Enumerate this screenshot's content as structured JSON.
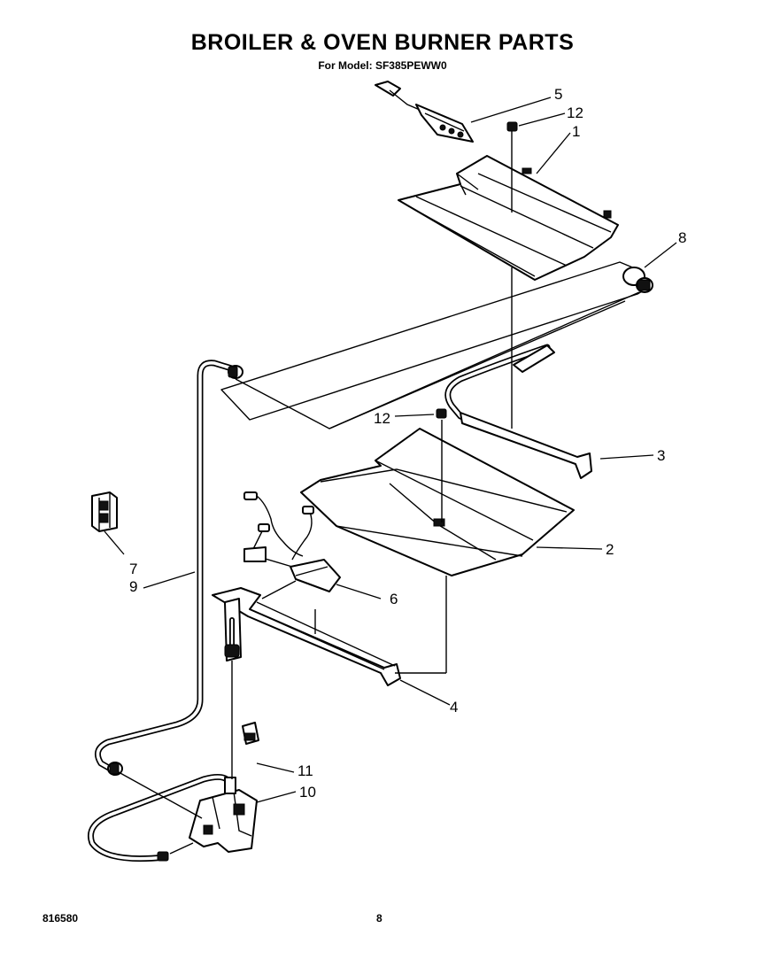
{
  "header": {
    "title": "BROILER & OVEN BURNER PARTS",
    "subtitle": "For Model: SF385PEWW0"
  },
  "footer": {
    "diagram_number": "816580",
    "page_number": "8"
  },
  "callouts": [
    {
      "id": "callout-5",
      "label": "5"
    },
    {
      "id": "callout-12-top",
      "label": "12"
    },
    {
      "id": "callout-1",
      "label": "1"
    },
    {
      "id": "callout-8",
      "label": "8"
    },
    {
      "id": "callout-12-mid",
      "label": "12"
    },
    {
      "id": "callout-3",
      "label": "3"
    },
    {
      "id": "callout-2",
      "label": "2"
    },
    {
      "id": "callout-7",
      "label": "7"
    },
    {
      "id": "callout-9",
      "label": "9"
    },
    {
      "id": "callout-6",
      "label": "6"
    },
    {
      "id": "callout-4",
      "label": "4"
    },
    {
      "id": "callout-11",
      "label": "11"
    },
    {
      "id": "callout-10",
      "label": "10"
    }
  ]
}
